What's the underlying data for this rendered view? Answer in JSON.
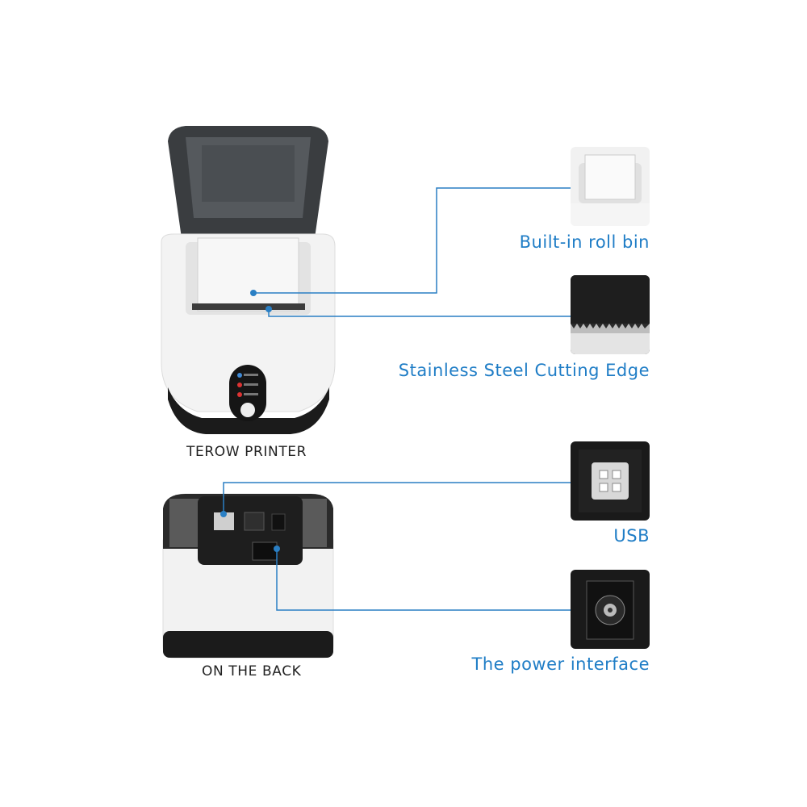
{
  "product": {
    "front_caption": "TEROW PRINTER",
    "back_caption": "ON THE BACK"
  },
  "features": [
    {
      "label": "Built-in roll bin",
      "icon": "roll-bin-icon"
    },
    {
      "label": "Stainless Steel Cutting Edge",
      "icon": "cutting-edge-icon"
    },
    {
      "label": "USB",
      "icon": "usb-port-icon"
    },
    {
      "label": "The power interface",
      "icon": "power-jack-icon"
    }
  ],
  "colors": {
    "accent": "#1f7dc6",
    "body": "#f4f4f4",
    "dark": "#1c1c1c"
  }
}
